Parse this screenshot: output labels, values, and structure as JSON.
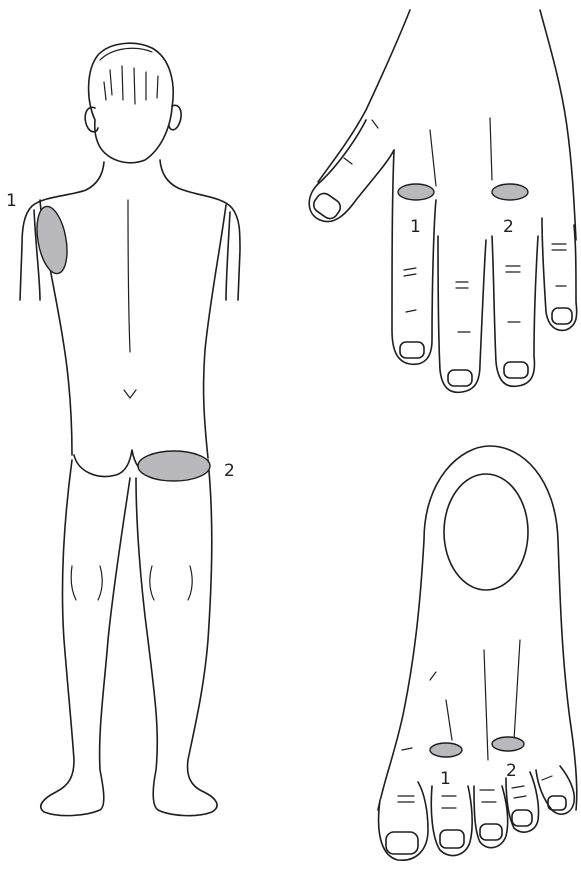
{
  "colors": {
    "ink": "#1e1e1e",
    "injection_site": "#b8b8bd",
    "background": "#ffffff"
  },
  "body_back": {
    "site_labels": [
      "1",
      "2"
    ]
  },
  "hand": {
    "site_labels": [
      "1",
      "2"
    ]
  },
  "foot": {
    "site_labels": [
      "1",
      "2"
    ]
  }
}
